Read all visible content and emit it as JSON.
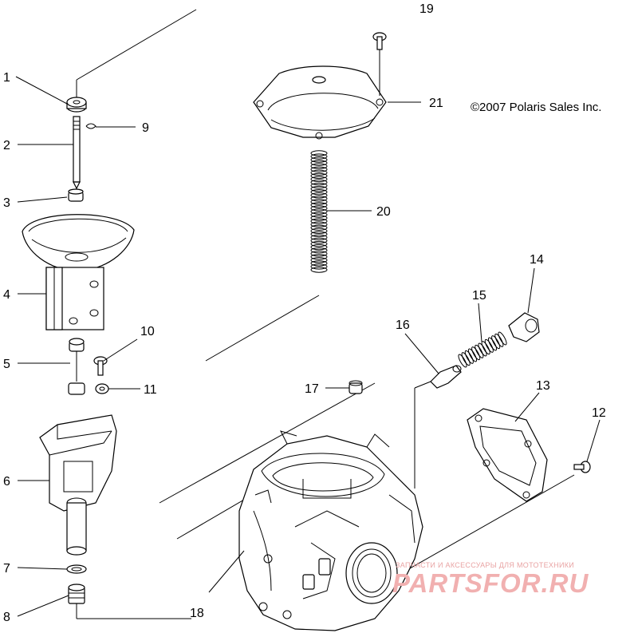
{
  "copyright": "©2007 Polaris Sales Inc.",
  "watermark": {
    "tagline": "ЗАПЧАСТИ И АКСЕССУАРЫ ДЛЯ МОТОТЕХНИКИ",
    "logo": "PARTSFOR.RU",
    "color": "#f1b0b0"
  },
  "callouts": {
    "c1": "1",
    "c2": "2",
    "c3": "3",
    "c4": "4",
    "c5": "5",
    "c6": "6",
    "c7": "7",
    "c8": "8",
    "c9": "9",
    "c10": "10",
    "c11": "11",
    "c12": "12",
    "c13": "13",
    "c14": "14",
    "c15": "15",
    "c16": "16",
    "c17": "17",
    "c18": "18",
    "c19": "19",
    "c20": "20",
    "c21": "21"
  }
}
